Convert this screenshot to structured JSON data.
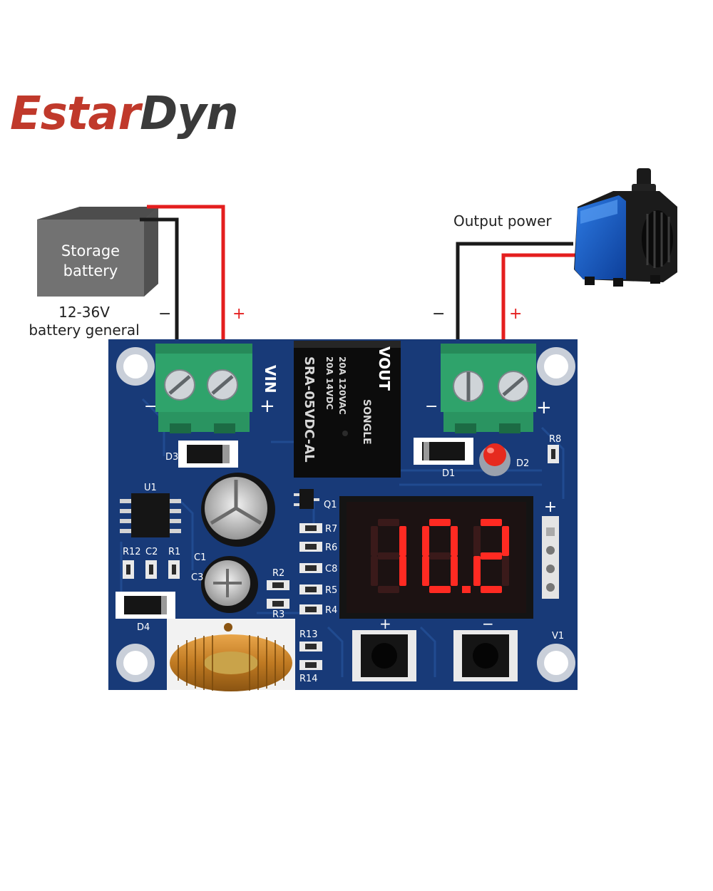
{
  "brand": {
    "part1": "Estar",
    "part2": "Dyn",
    "color1": "#c0392b",
    "color2": "#3a3a3a"
  },
  "battery": {
    "label_line1": "Storage",
    "label_line2": "battery",
    "voltage_line1": "12-36V",
    "voltage_line2": "battery general",
    "minus": "−",
    "plus": "+"
  },
  "output": {
    "label": "Output power",
    "minus": "−",
    "plus": "+",
    "device_icon": "water-pump-icon"
  },
  "board": {
    "input_label": "VIN",
    "output_label": "VOUT",
    "relay_text": [
      "SRA-05VDC-AL",
      "20A 14VDC",
      "20A 120VAC",
      "SONGLE"
    ],
    "display_value": "10.2",
    "components": {
      "d1": "D1",
      "d2": "D2",
      "d3": "D3",
      "d4": "D4",
      "r1": "R1",
      "r2": "R2",
      "r3": "R3",
      "r4": "R4",
      "r5": "R5",
      "r6": "R6",
      "r7": "R7",
      "r8": "R8",
      "r12": "R12",
      "r13": "R13",
      "r14": "R14",
      "c1": "C1",
      "c2": "C2",
      "c3": "C3",
      "c8": "C8",
      "u1": "U1",
      "q1": "Q1",
      "v1": "V1"
    },
    "button_plus": "+",
    "button_minus": "−",
    "colors": {
      "pcb": "#183a78",
      "terminal": "#2fa36b",
      "display_led": "#ff2a22",
      "wire_red": "#e41e1e",
      "wire_black": "#1a1a1a"
    }
  }
}
